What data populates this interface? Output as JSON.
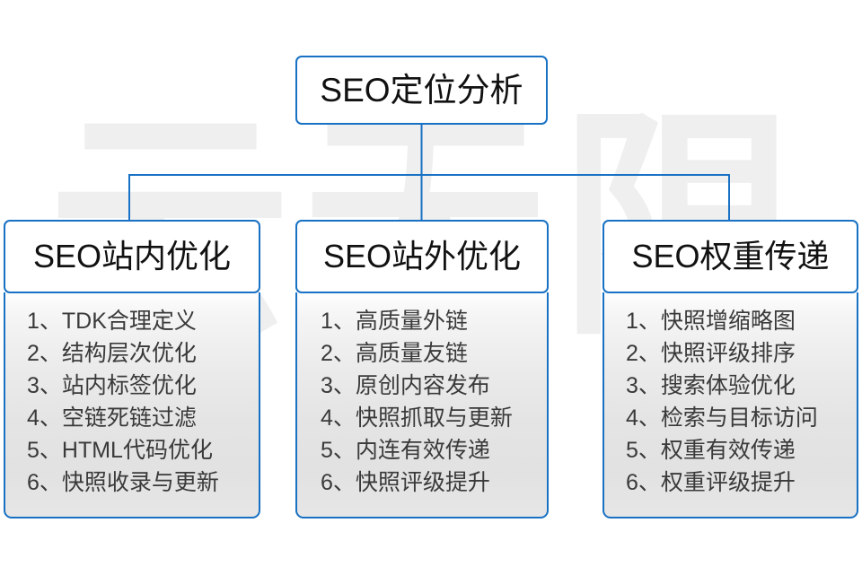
{
  "diagram": {
    "root": {
      "title": "SEO定位分析"
    },
    "watermark": {
      "text": "云无限",
      "color": "#efefef"
    },
    "theme": {
      "border_color": "#1871c4",
      "connector_color": "#1871c4",
      "title_text_color": "#111111",
      "item_text_color": "#3a3a3a",
      "panel_gradient_top": "#fdfdfd",
      "panel_gradient_bottom": "#e2e2e2",
      "page_background": "#ffffff"
    },
    "columns": [
      {
        "title": "SEO站内优化",
        "items": [
          {
            "index": "1、",
            "label": "TDK合理定义"
          },
          {
            "index": "2、",
            "label": "结构层次优化"
          },
          {
            "index": "3、",
            "label": "站内标签优化"
          },
          {
            "index": "4、",
            "label": "空链死链过滤"
          },
          {
            "index": "5、",
            "label": "HTML代码优化"
          },
          {
            "index": "6、",
            "label": "快照收录与更新"
          }
        ]
      },
      {
        "title": "SEO站外优化",
        "items": [
          {
            "index": "1、",
            "label": "高质量外链"
          },
          {
            "index": "2、",
            "label": "高质量友链"
          },
          {
            "index": "3、",
            "label": "原创内容发布"
          },
          {
            "index": "4、",
            "label": "快照抓取与更新"
          },
          {
            "index": "5、",
            "label": "内连有效传递"
          },
          {
            "index": "6、",
            "label": "快照评级提升"
          }
        ]
      },
      {
        "title": "SEO权重传递",
        "items": [
          {
            "index": "1、",
            "label": "快照增缩略图"
          },
          {
            "index": "2、",
            "label": "快照评级排序"
          },
          {
            "index": "3、",
            "label": "搜索体验优化"
          },
          {
            "index": "4、",
            "label": "检索与目标访问"
          },
          {
            "index": "5、",
            "label": "权重有效传递"
          },
          {
            "index": "6、",
            "label": "权重评级提升"
          }
        ]
      }
    ]
  }
}
